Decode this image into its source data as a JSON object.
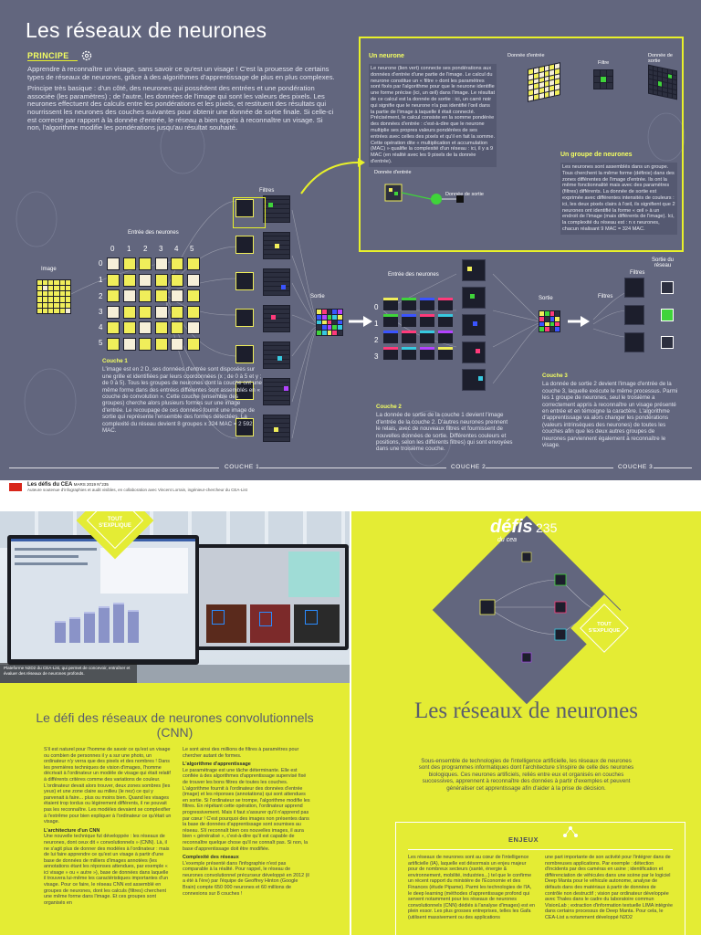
{
  "spread": {
    "title": "Les réseaux de neurones",
    "principe_label": "PRINCIPE",
    "principe_paragraphs": [
      "Apprendre à reconnaître un visage, sans savoir ce qu'est un visage ! C'est la prouesse de certains types de réseaux de neurones, grâce à des algorithmes d'apprentissage de plus en plus complexes.",
      "Principe très basique : d'un côté, des neurones qui possèdent des entrées et une pondération associée (les paramètres) ; de l'autre, les données de l'image qui sont les valeurs des pixels. Les neurones effectuent des calculs entre les pondérations et les pixels, et restituent des résultats qui nourrissent les neurones des couches suivantes pour obtenir une donnée de sortie finale. Si celle-ci est correcte par rapport à la donnée d'entrée, le réseau a bien appris à reconnaître un visage. Si non, l'algorithme modifie les pondérations jusqu'au résultat souhaité."
    ],
    "labels": {
      "image": "Image",
      "filtres": "Filtres",
      "entree": "Entrée des neurones",
      "sortie": "Sortie",
      "sortie_reseau": "Sortie du réseau"
    },
    "col_numbers": [
      "0",
      "1",
      "2",
      "3",
      "4",
      "5"
    ],
    "row_numbers": [
      "0",
      "1",
      "2",
      "3",
      "4",
      "5"
    ],
    "couche1": {
      "title": "Couche 1",
      "text": "L'image est en 2 D, ses données d'entrée sont disposées sur une grille et identifiées par leurs coordonnées (x ; de 0 à 5 et y ; de 0 à 5). Tous les groupes de neurones dont la couche ont une même forme dans des entrées différentes sont assemblés en « couche de convolution ». Cette couche (ensemble des groupes) cherche alors plusieurs formes sur une image d'entrée. Le recoupage de ces données fournit une image de sortie qui représente l'ensemble des formes détectées. La complexité du réseau devient 8 groupes x 324 MAC = 2 592 MAC."
    },
    "zoom": {
      "neurone_title": "Un neurone",
      "neurone_text": "Le neurone (lien vert) connecte ses pondérations aux données d'entrée d'une partie de l'image. Le calcul du neurone constitue un « filtre » dont les paramètres sont fixés par l'algorithme pour que le neurone identifie une forme précise (ici, un œil) dans l'image. Le résultat de ce calcul est la donnée de sortie : ici, un carré noir qui signifie que le neurone n'a pas identifié l'œil dans la partie de l'image à laquelle il était connecté. Précisément, le calcul consiste en la somme pondérée des données d'entrée : c'est-à-dire que le neurone multiplie ses propres valeurs pondérées de ses entrées avec celles des pixels et qu'il en fait la somme. Cette opération dite « multiplication et accumulation (MAC) » qualifie la complexité d'un réseau : ici, il y a 9 MAC (en réalité avec les 9 pixels de la donnée d'entrée).",
      "groupe_title": "Un groupe de neurones",
      "groupe_text": "Les neurones sont assemblés dans un groupe. Tous cherchent la même forme (définie) dans des zones différentes de l'image d'entrée. Ils ont la même fonctionnalité mais avec des paramètres (filtres) différents. La donnée de sortie est exprimée avec différentes intensités de couleurs : ici, les deux pixels clairs à l'œil, ils signifient que 2 neurones ont identifié la forme « œil » à un endroit de l'image (mais différents de l'image). Ici, la complexité du réseau est : n x neurones, chacun réalisant 9 MAC = 324 MAC.",
      "donnee_entree": "Donnée d'entrée",
      "donnee_sortie": "Donnée de sortie",
      "filtre": "Filtre"
    },
    "couche2": {
      "title": "Couche 2",
      "text": "La donnée de sortie de la couche 1 devient l'image d'entrée de la couche 2. D'autres neurones prennent le relais, avec de nouveaux filtres et fournissent de nouvelles données de sortie. Différentes couleurs et positions, selon les différents filtres) qui sont envoyées dans une troisième couche."
    },
    "couche3": {
      "title": "Couche 3",
      "text": "La donnée de sortie 2 devient l'image d'entrée de la couche 3, laquelle exécute le même processus. Parmi les 1 groupe de neurones, seul le troisième a correctement appris à reconnaître un visage présenté en entrée et en témoigne la caractère. L'algorithme d'apprentissage va alors changer les pondérations (valeurs intrinsèques des neurones) de toutes les couches afin que les deux autres groupes de neurones parviennent également à reconnaître le visage."
    },
    "footer_couches": [
      "COUCHE 1",
      "COUCHE 2",
      "COUCHE 3"
    ],
    "brand": "Les défis du CEA",
    "issue": "MARS 2019 N°235",
    "credit": "Auteure soutenue d'infographies et audit visibles, en collaboration avec Vincent Lorrain, ingénieur-chercheur du CEA-List"
  },
  "left_page": {
    "badge": "TOUT S'EXPLIQUE",
    "photo_caption": "Plateforme N2D2 du CEA-List, qui permet de concevoir, entraîner et évaluer des réseaux de neurones profonds.",
    "title": "Le défi des réseaux de neurones convolutionnels (CNN)",
    "col1": [
      "S'il est naturel pour l'homme de savoir ce qu'est un visage ou combien de personnes il y a sur une photo, un ordinateur n'y verra que des pixels et des nombres ! Dans les premières techniques de vision d'images, l'homme décrivait à l'ordinateur un modèle de visage qui était relatif à différents critères comme des variations de couleur. L'ordinateur devait alors trouver, deux zones sombres (les yeux) et une zone claire au milieu (le nez) ce qui y parvenait à faire... plus ou moins bien. Quand les visages étaient trop tordus ou légèrement différents, il ne pouvait pas les reconnaître. Les modèles devaient se complexifier à l'extrême pour bien expliquer à l'ordinateur ce qu'était un visage.",
      "L'architecture d'un CNN",
      "Une nouvelle technique fut développée : les réseaux de neurones, dont ceux dit « convolutionnels » (CNN). Là, il ne s'agit plus de donner des modèles à l'ordinateur : mais de lui faire apprendre ce qu'est un visage à partir d'une base de données de milliers d'images annotées (les annotations étant les réponses attendues, par exemple « ici visage » ou « autre »), base de données dans laquelle il trouvera lui-même les caractéristiques importantes d'un visage. Pour ce faire, le réseau CNN est assemblé en groupes de neurones, dont les calculs (filtres) cherchent une même forme dans l'image. Et ces groupes sont organisés en"
    ],
    "col2": [
      "Le sont ainsi des millions de filtres à paramètres pour chercher autant de formes.",
      "L'algorithme d'apprentissage",
      "Le paramétrage est une tâche déterminante. Elle est confiée à des algorithmes d'apprentissage supervisé fixé de trouver les bons filtres de toutes les couches. L'algorithme fournit à l'ordinateur des données d'entrée (image) et les réponses (annotations) qui sont attendues en sortie. Si l'ordinateur se trompe, l'algorithme modifie les filtres. En répétant cette opération, l'ordinateur apprend progressivement. Mais il faut s'assurer qu'il n'apprend pas par cœur ! C'est pourquoi des images non présentes dans la base de données d'apprentissage sont soumises au réseau. S'il reconnaît bien ces nouvelles images, il aura bien « généralisé », c'est-à-dire qu'il est capable de reconnaître quelque chose qu'il ne connaît pas. Si non, la base d'apprentissage doit être modifiée.",
      "Complexité des réseaux",
      "L'exemple présenté dans l'infographie n'est pas comparable à la réalité. Pour rappel, le réseau de neurones convolutionnel précurseur développé en 2012 (il a été à l'ère) par l'équipe de Geoffrey Hinton (Google Brain) compte 650 000 neurones et 60 millions de connexions sur 8 couches !"
    ]
  },
  "right_page": {
    "brand": "défis",
    "brand_sub": "du cea",
    "issue_number": "235",
    "badge": "TOUT S'EXPLIQUE",
    "title": "Les réseaux de neurones",
    "intro": "Sous-ensemble de technologies de l'intelligence artificielle, les réseaux de neurones sont des programmes informatiques dont l'architecture s'inspire de celle des neurones biologiques. Ces neurones artificiels, reliés entre eux et organisés en couches successives, apprennent à reconnaître des données à partir d'exemples et peuvent généraliser cet apprentissage afin d'aider à la prise de décision.",
    "enjeux_title": "ENJEUX",
    "enjeux_col1": "Les réseaux de neurones sont au cœur de l'intelligence artificielle (IA), laquelle est désormais un enjeu majeur pour de nombreux secteurs (santé, énergie & environnement, mobilité, industries...) tel que le confirme un récent rapport du ministère de l'Économie et des Finances (étude Pipame). Parmi les technologies de l'IA, le deep learning (méthodes d'apprentissage profond qui servent notamment pour les réseaux de neurones convolutionnels (CNN) dédiés à l'analyse d'images) est en plein essor. Les plus grosses entreprises, telles les Gafa (utilisent massivement ou des applications",
    "enjeux_col2": "une part importante de son activité pour l'intégrer dans de nombreuses applications. Par exemple : détection d'incidents par des caméras en usine ; identification et différenciation de véhicules dans une scène par le logiciel Deep Manta pour le véhicule autonome, analyse de défauts dans des matériaux à partir de données de contrôle non destructif ; vision par ordinateur développée avec Thales dans le cadre du laboratoire commun VisionLab ; extraction d'information textuelle LIMA intégrée dans certains processus de Deep Manta. Pour cela, le CEA-List a notamment développé N2D2"
  }
}
